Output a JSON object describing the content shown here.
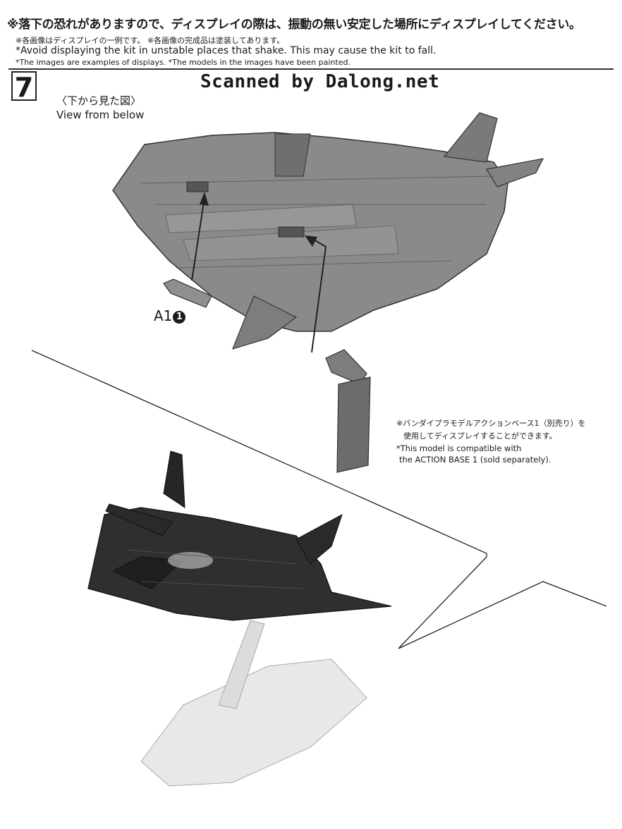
{
  "header": {
    "jp_warning": "※落下の恐れがありますので、ディスプレイの際は、振動の無い安定した場所にディスプレイしてください。",
    "jp_note": "※各画像はディスプレイの一例です。 ※各画像の完成品は塗装してあります。",
    "en_warning": "*Avoid displaying the kit in unstable places that shake. This may cause the kit to fall.",
    "en_note": "*The images are examples of displays. *The models in the images have been painted."
  },
  "step": {
    "number": "7",
    "watermark": "Scanned by Dalong.net",
    "view_jp": "〈下から見た図〉",
    "view_en": "View from below",
    "part_label": "A1",
    "part_number": "1"
  },
  "note": {
    "jp_line1": "※バンダイプラモデルアクションベース1（別売り）を",
    "jp_line2": "使用してディスプレイすることができます。",
    "en_line1": "*This model is compatible with",
    "en_line2": "the ACTION BASE 1 (sold separately)."
  }
}
